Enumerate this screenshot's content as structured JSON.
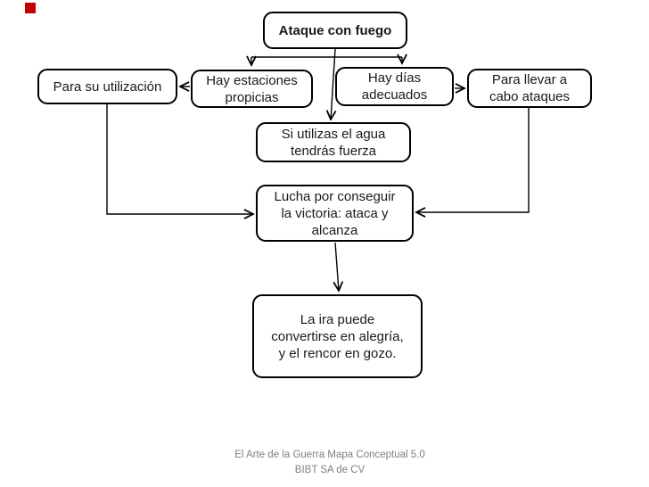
{
  "slide": {
    "marker": {
      "color": "#c00000"
    },
    "nodes": {
      "root": {
        "lines": [
          "Ataque con fuego"
        ]
      },
      "uso": {
        "lines": [
          "Para su utilización"
        ]
      },
      "estaciones": {
        "lines": [
          "Hay estaciones",
          "propicias"
        ]
      },
      "dias": {
        "lines": [
          "Hay días",
          "adecuados"
        ]
      },
      "ataques": {
        "lines": [
          "Para llevar a",
          "cabo ataques"
        ]
      },
      "agua": {
        "lines": [
          "Si utilizas el agua",
          "tendrás fuerza"
        ]
      },
      "lucha": {
        "lines": [
          "Lucha por conseguir",
          "la victoria: ataca y",
          "alcanza"
        ]
      },
      "ira": {
        "lines": [
          "La ira puede",
          "convertirse en alegría,",
          "y el rencor en gozo."
        ]
      }
    },
    "footer": {
      "line1": "El Arte de la Guerra Mapa Conceptual 5.0",
      "line2": "BIBT SA de CV"
    },
    "colors": {
      "background": "#ffffff",
      "node_border": "#000000",
      "node_text": "#1a1a1a",
      "connector": "#000000",
      "footer_text": "#7f7f7f",
      "marker_red": "#c00000"
    }
  }
}
